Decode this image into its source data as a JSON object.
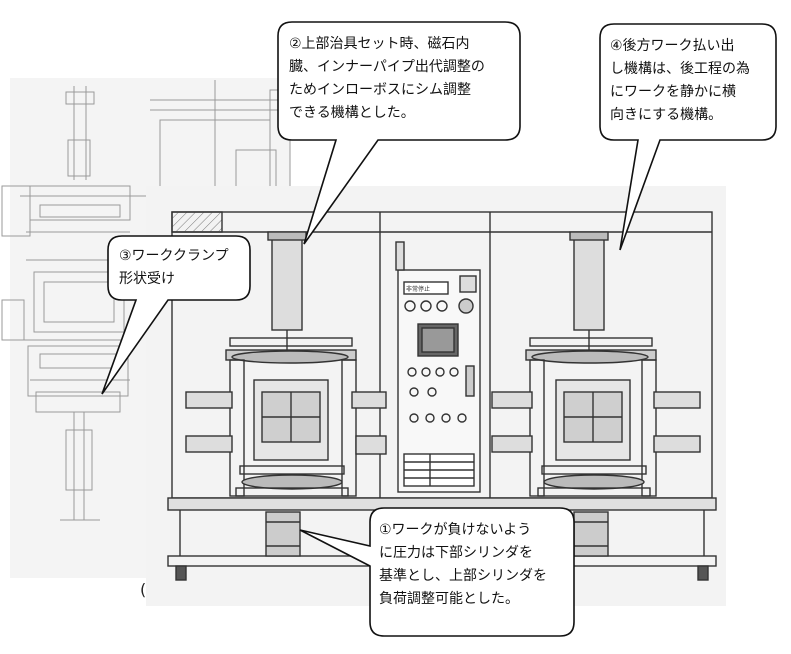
{
  "callouts": {
    "c1": "①ワークが負けないよう\nに圧力は下部シリンダを\n基準とし、上部シリンダを\n負荷調整可能とした。",
    "c2": "②上部治具セット時、磁石内\n臓、インナーパイプ出代調整の\nためインローボスにシム調整\nできる機構とした。",
    "c3": "③ワーククランプ\n形状受け",
    "c4": "④後方ワーク払い出\nし機構は、後工程の為\nにワークを静かに横\n向きにする機構。"
  },
  "panel": {
    "header_label": "非常停止"
  },
  "stray_mark": "("
}
